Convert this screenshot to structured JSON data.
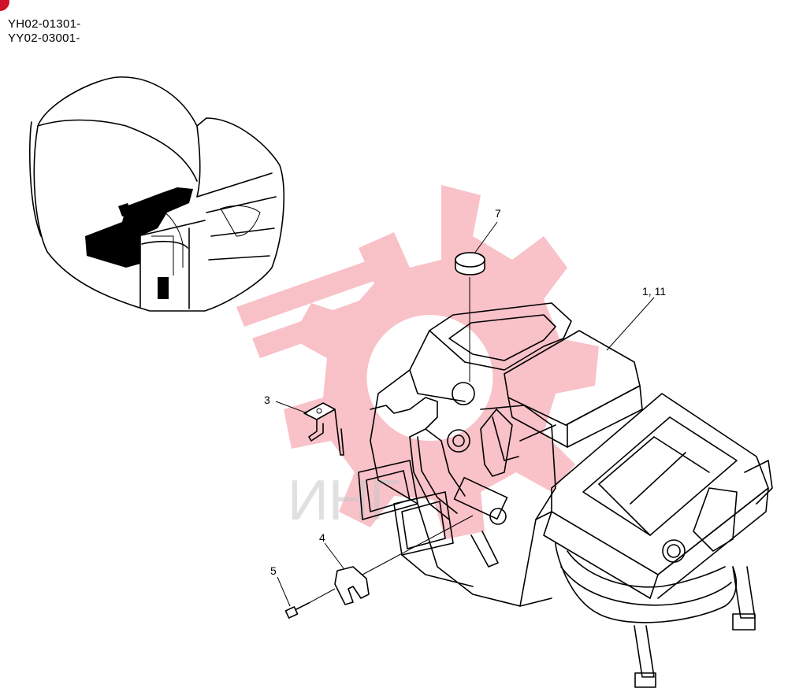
{
  "header": {
    "serial_range_1": "YH02-01301-",
    "serial_range_2": "YY02-03001-"
  },
  "callouts": [
    {
      "id": "7",
      "label": "7"
    },
    {
      "id": "1-11",
      "label": "1, 11"
    },
    {
      "id": "3",
      "label": "3"
    },
    {
      "id": "4",
      "label": "4"
    },
    {
      "id": "5",
      "label": "5"
    }
  ],
  "watermark": {
    "text": "ИНГ",
    "color": "#e8213a"
  },
  "colors": {
    "corner_mark": "#d0102a",
    "line": "#000000",
    "background": "#ffffff"
  }
}
